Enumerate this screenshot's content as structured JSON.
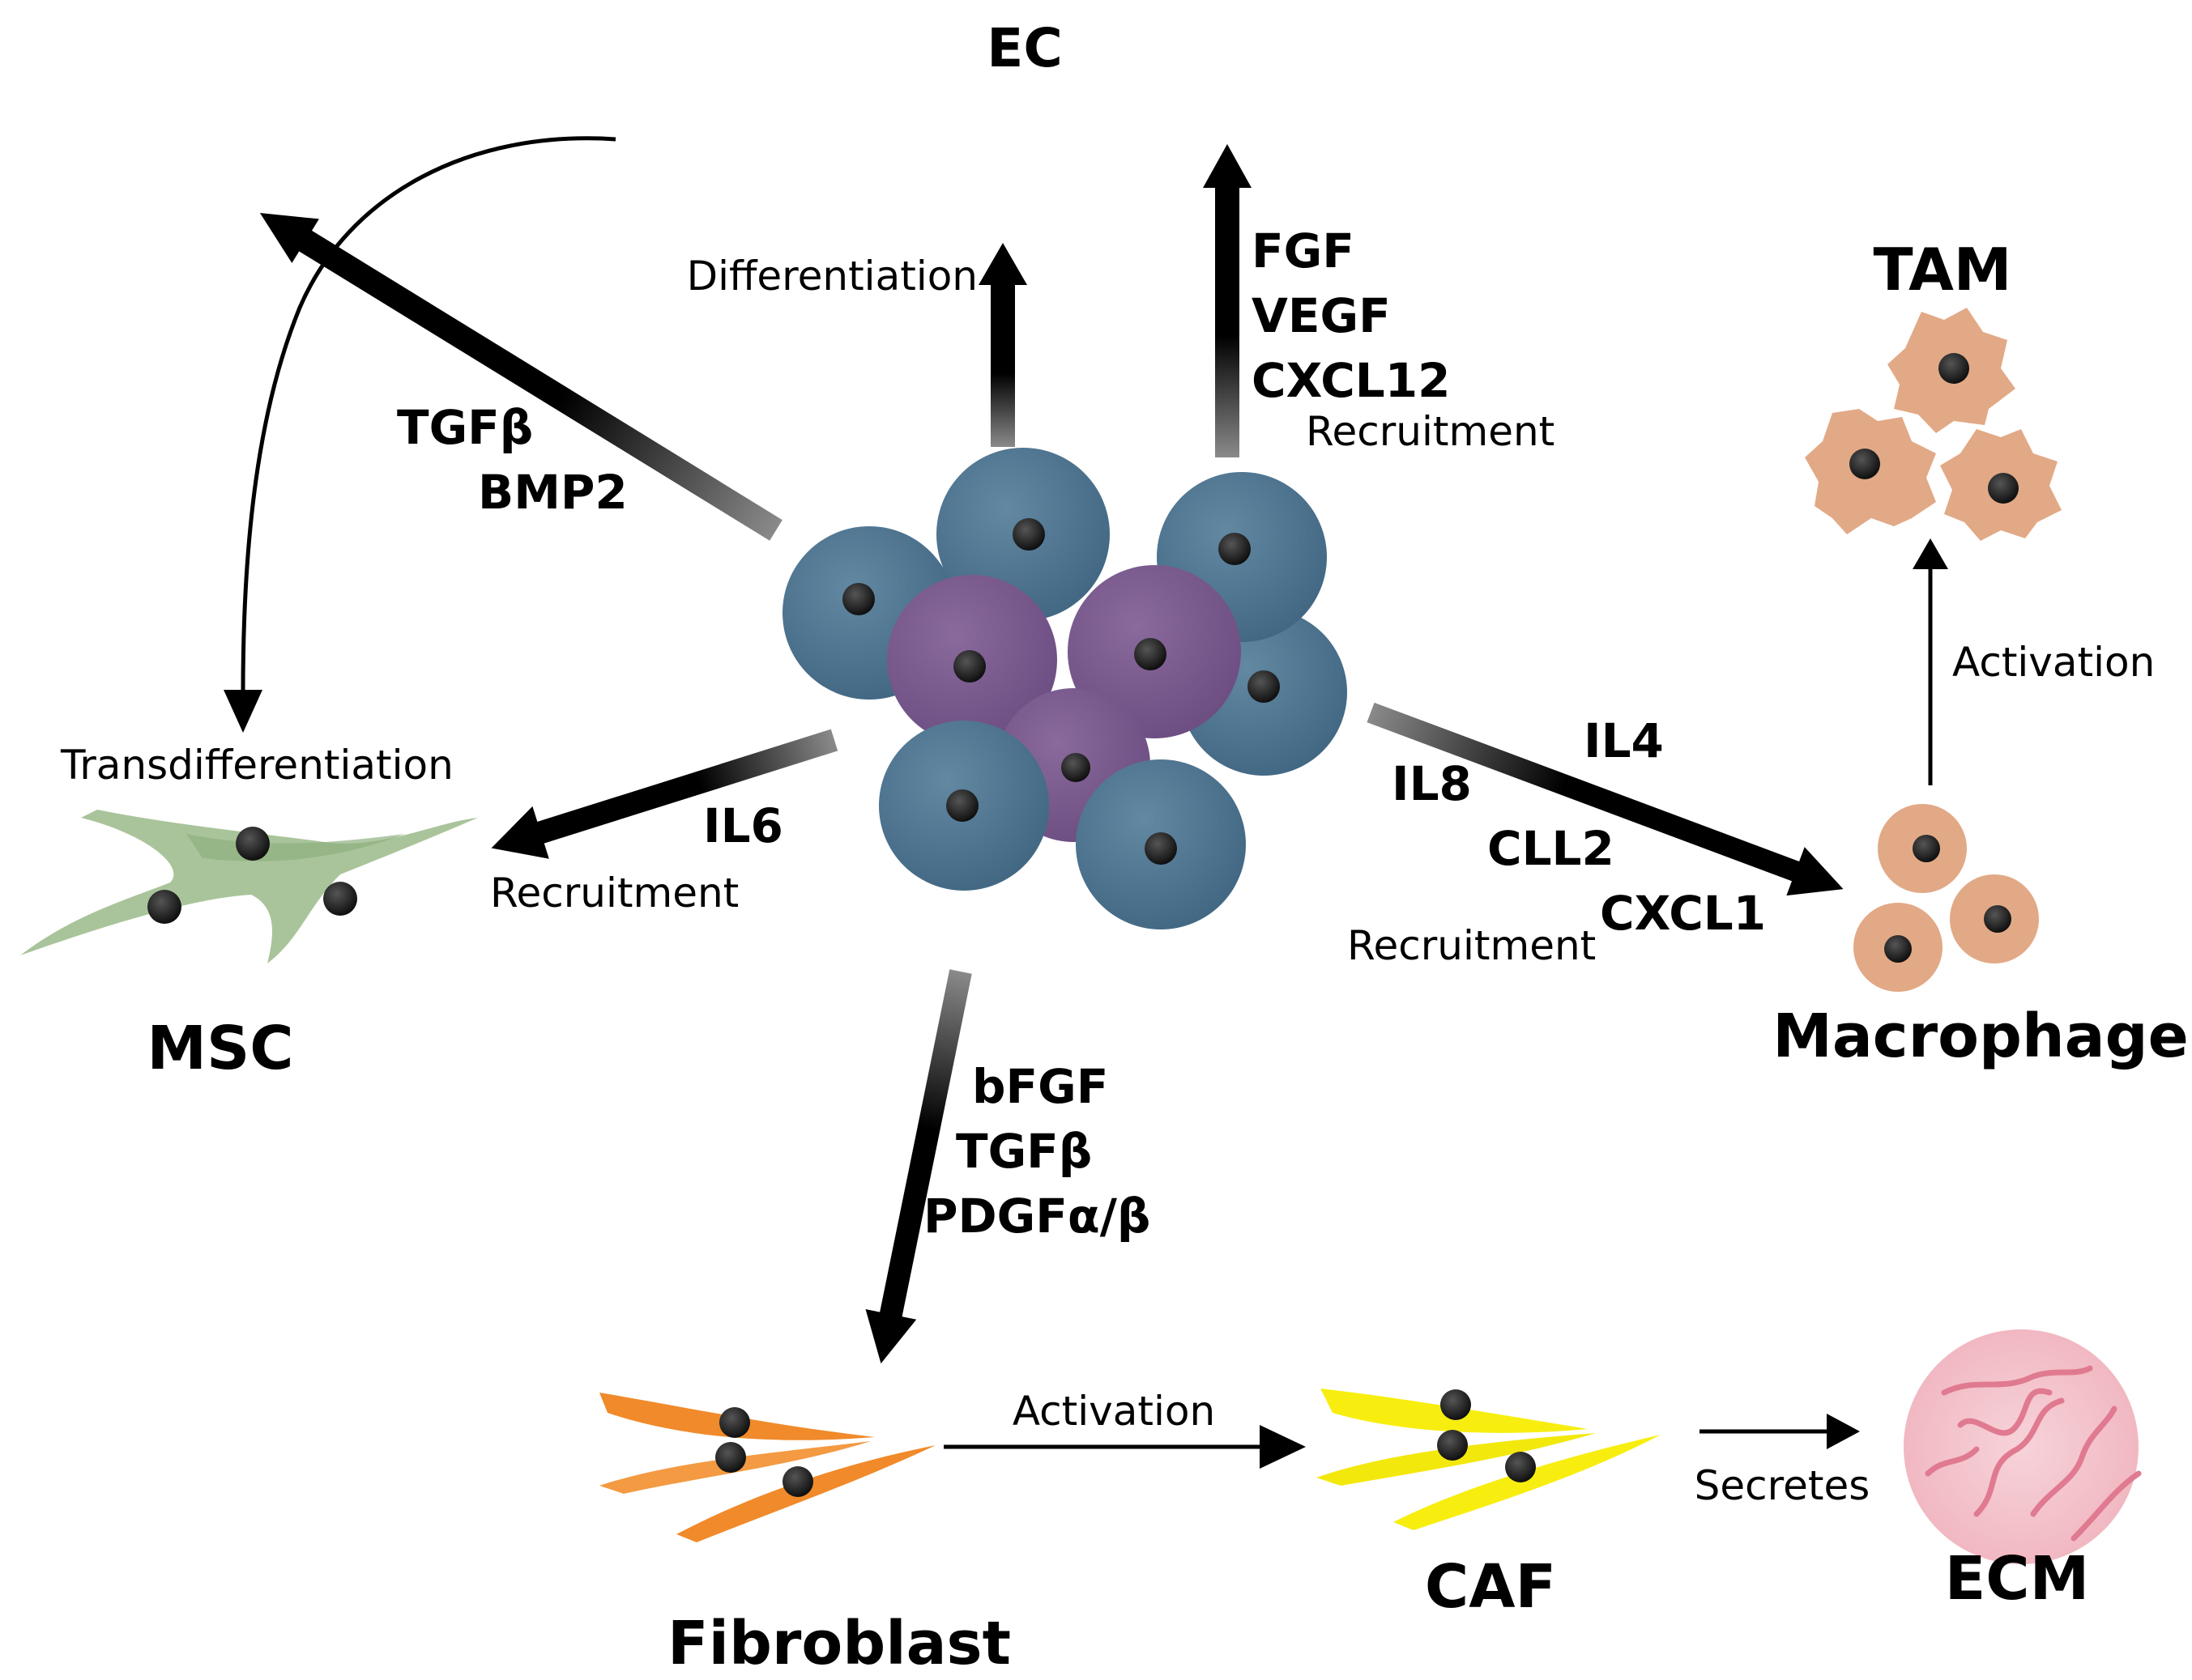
{
  "cells": {
    "ec": "EC",
    "tam": "TAM",
    "msc": "MSC",
    "macrophage": "Macrophage",
    "fibroblast": "Fibroblast",
    "caf": "CAF",
    "ecm": "ECM"
  },
  "processes": {
    "differentiation": "Differentiation",
    "ec_recruitment": "Recruitment",
    "transdifferentiation": "Transdifferentiation",
    "msc_recruitment": "Recruitment",
    "macrophage_recruitment": "Recruitment",
    "tam_activation": "Activation",
    "caf_activation": "Activation",
    "secretes": "Secretes"
  },
  "factors": {
    "msc_upper": [
      "TGFβ",
      "BMP2"
    ],
    "ec": [
      "FGF",
      "VEGF",
      "CXCL12"
    ],
    "msc_lower": [
      "IL6"
    ],
    "macrophage": [
      "IL4",
      "IL8",
      "CLL2",
      "CXCL1"
    ],
    "fibroblast": [
      "bFGF",
      "TGFβ",
      "PDGFα/β"
    ]
  },
  "colors": {
    "tumor_blue": "#4f7590",
    "tumor_purple": "#7b5b8e",
    "msc_green": "#a9c49a",
    "macrophage_peach": "#e2a986",
    "fibroblast_orange": "#f08a2a",
    "caf_yellow": "#f7ee10",
    "ecm_pink": "#f4c4cc",
    "ecm_fiber": "#e07a90",
    "nucleus": "#141414"
  }
}
